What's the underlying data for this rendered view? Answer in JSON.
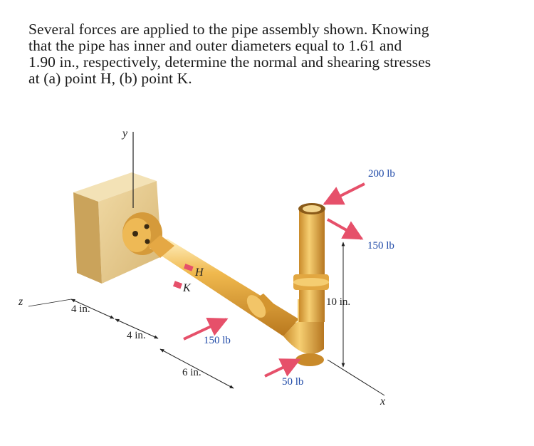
{
  "problem": {
    "lines": [
      "Several forces are applied to the pipe assembly shown. Knowing",
      "that the pipe has inner and outer diameters equal to 1.61 and",
      "1.90 in., respectively, determine the normal and shearing stresses",
      "at (a) point H, (b) point K."
    ]
  },
  "figure": {
    "axes": {
      "y": "y",
      "z": "z",
      "x": "x"
    },
    "points": {
      "H": "H",
      "K": "K"
    },
    "dimensions": {
      "d1": "4 in.",
      "d2": "4 in.",
      "d3": "6 in.",
      "d4": "10 in."
    },
    "forces": {
      "f1": "200 lb",
      "f2": "150 lb",
      "f3": "150 lb",
      "f4": "50 lb"
    },
    "colors": {
      "pipe": "#e0a43a",
      "wall": "#e5c98a",
      "arrow": "#e6506a",
      "force_label": "#1f4aa8",
      "text_highlight": "#dbe8f5"
    }
  }
}
